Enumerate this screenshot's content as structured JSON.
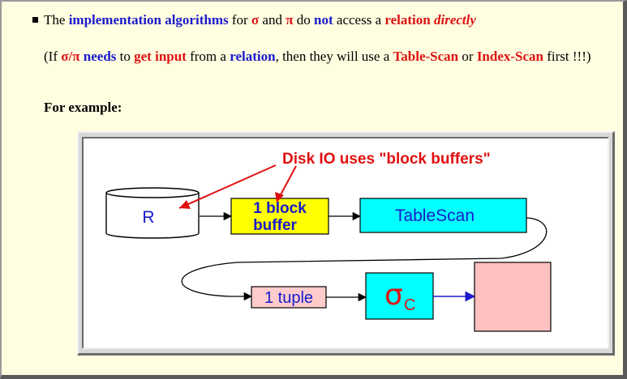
{
  "bullet_line": {
    "t1": "The",
    "t2": "implementation algorithms",
    "t3": "for",
    "t4": "σ",
    "t5": "and",
    "t6": "π",
    "t7": "do",
    "t8": "not",
    "t9": "access a",
    "t10": "relation",
    "t11": "directly"
  },
  "paragraph": {
    "t1": "(If",
    "t2": "σ/π",
    "t3": "needs",
    "t4": "to",
    "t5": "get input",
    "t6": "from a",
    "t7": "relation",
    "t8": ", then they will use a",
    "t9": "Table-Scan",
    "t10": "or",
    "t11": "Index-Scan",
    "t12": "first !!!)"
  },
  "example_label": "For example:",
  "diagram": {
    "annotation": "Disk IO uses \"block buffers\"",
    "relation_label": "R",
    "buffer_line1": "1 block",
    "buffer_line2": "buffer",
    "tablescan_label": "TableScan",
    "tuple_label": "1 tuple",
    "sigma_label": "σ",
    "sigma_subscript": "C",
    "colors": {
      "annotation": "#e01010",
      "node_text": "#1a1acc",
      "buffer_fill": "#ffff00",
      "scan_fill": "#00ffff",
      "tuple_fill": "#ffcccc",
      "output_fill": "#ffc0c0",
      "output_arrow": "#1a1acc",
      "sigma_text": "#e01010"
    }
  }
}
